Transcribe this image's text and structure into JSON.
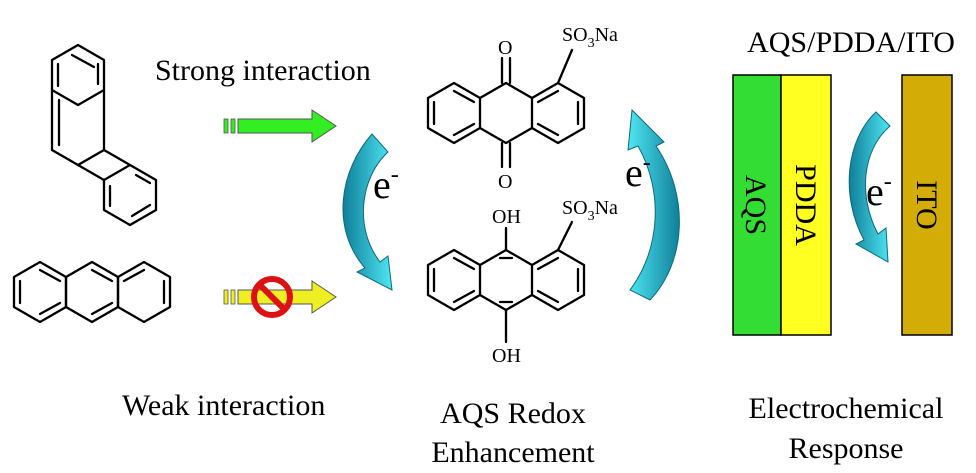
{
  "labels": {
    "strong_interaction": "Strong interaction",
    "weak_interaction": "Weak interaction",
    "aqs_redox_line1": "AQS Redox",
    "aqs_redox_line2": "Enhancement",
    "electrode_title": "AQS/PDDA/ITO",
    "electrochem_line1": "Electrochemical",
    "electrochem_line2": "Response"
  },
  "chemistry": {
    "oxygen": "O",
    "hydroxyl": "OH",
    "sulfonate_main": "SO",
    "sulfonate_sub": "3",
    "sulfonate_tail": "Na"
  },
  "electron": {
    "symbol": "e",
    "charge": "-"
  },
  "layers": [
    {
      "name": "AQS",
      "color": "#33dd33"
    },
    {
      "name": "PDDA",
      "color": "#ffff22"
    },
    {
      "name": "ITO",
      "color": "#d4ac06"
    }
  ],
  "colors": {
    "strong_arrow": "#33ee22",
    "weak_arrow": "#eeee22",
    "forbid_sign": "#dd1111",
    "curved_arrow_light": "#4fe6f2",
    "curved_arrow_dark": "#0f7f9a"
  }
}
